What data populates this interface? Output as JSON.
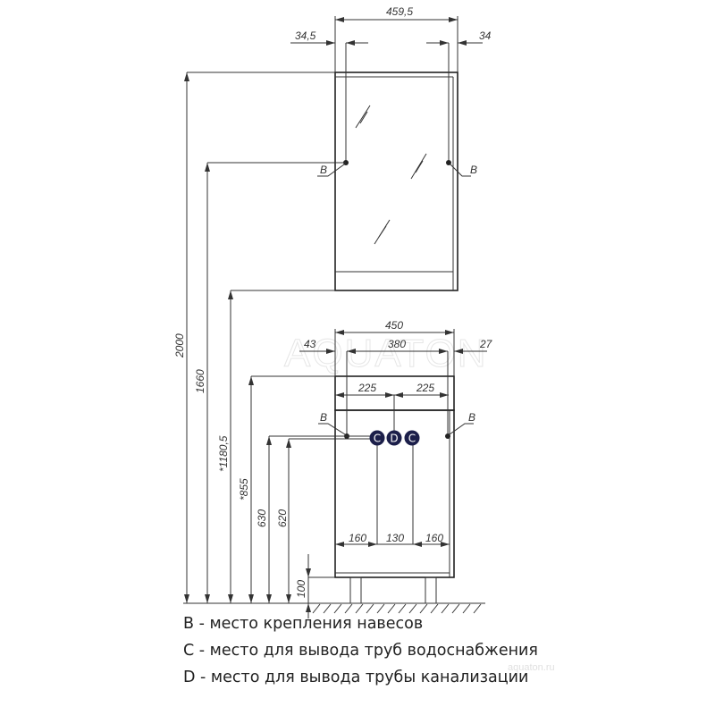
{
  "mirror": {
    "width_total": "459,5",
    "offset_left": "34,5",
    "offset_right": "34",
    "height_2000": "2000",
    "height_1660": "1660",
    "height_1180": "*1180,5",
    "hinge_label": "B"
  },
  "cabinet": {
    "width_total": "450",
    "inner_width": "380",
    "offset_left": "43",
    "offset_right": "27",
    "half_left": "225",
    "half_right": "225",
    "height_855": "*855",
    "height_630": "630",
    "height_620": "620",
    "leg_height": "100",
    "pipe_left": "160",
    "pipe_middle": "130",
    "pipe_right": "160",
    "hinge_label": "B",
    "markers": [
      "C",
      "D",
      "C"
    ]
  },
  "watermark": {
    "brand": "AQUATON",
    "site": "aquaton.ru"
  },
  "legend": [
    {
      "key": "B",
      "text": " - место крепления навесов"
    },
    {
      "key": "C",
      "text": " - место для вывода труб водоснабжения"
    },
    {
      "key": "D",
      "text": " - место для вывода трубы канализации"
    }
  ],
  "colors": {
    "marker": "#1c1f4a",
    "line": "#333333"
  }
}
